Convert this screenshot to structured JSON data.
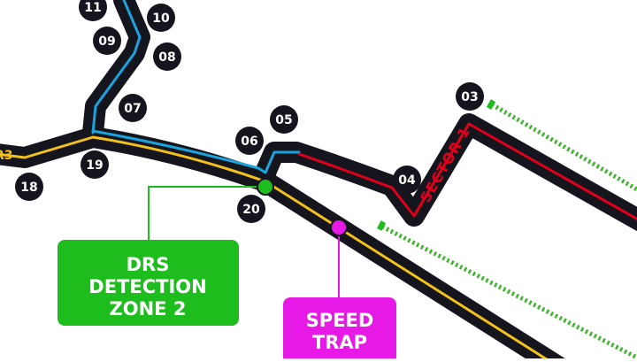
{
  "colors": {
    "track": "#15151e",
    "sector_1": "#e0001b",
    "sector_2": "#1aa3dc",
    "sector_3": "#f2c11b",
    "drs_zone_dashes": "#3bb52a",
    "drs_detection": "#1ebd1e",
    "speed_trap": "#e619e6",
    "turn_marker": "#15151e",
    "label_text": "#ffffff"
  },
  "turns": [
    {
      "id": "turn-03",
      "label": "03"
    },
    {
      "id": "turn-04",
      "label": "04"
    },
    {
      "id": "turn-05",
      "label": "05"
    },
    {
      "id": "turn-06",
      "label": "06"
    },
    {
      "id": "turn-07",
      "label": "07"
    },
    {
      "id": "turn-08",
      "label": "08"
    },
    {
      "id": "turn-09",
      "label": "09"
    },
    {
      "id": "turn-10",
      "label": "10"
    },
    {
      "id": "turn-11",
      "label": "11"
    },
    {
      "id": "turn-18",
      "label": "18"
    },
    {
      "id": "turn-19",
      "label": "19"
    },
    {
      "id": "turn-20",
      "label": "20"
    }
  ],
  "sectors": {
    "sector_1_label": "SECTOR 1",
    "sector_3_partial_label": "R3"
  },
  "callouts": {
    "drs_detection": {
      "lines": [
        "DRS",
        "DETECTION",
        "ZONE 2"
      ]
    },
    "speed_trap": {
      "lines": [
        "SPEED",
        "TRAP"
      ]
    }
  }
}
